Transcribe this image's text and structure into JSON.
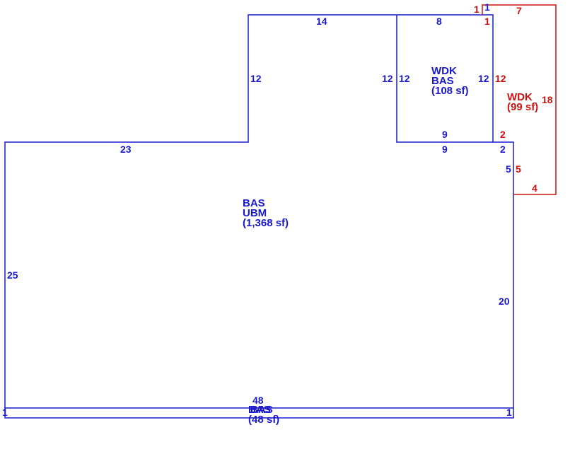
{
  "colors": {
    "main": "#1a1acc",
    "deck": "#cc1111"
  },
  "areas": {
    "main": {
      "code1": "BAS",
      "code2": "UBM",
      "size": "(1,368 sf)"
    },
    "upper": {
      "code1": "WDK",
      "code2": "BAS",
      "size": "(108 sf)"
    },
    "deck": {
      "code1": "WDK",
      "size": "(99 sf)"
    },
    "strip": {
      "code1": "BAS",
      "code2": "BAS",
      "size": "(48 sf)"
    }
  },
  "dims": {
    "top_wing": "14",
    "wing_left": "12",
    "inner_left_a": "12",
    "inner_left_b": "12",
    "box_top": "8",
    "box_right": "12",
    "box_bottom_a": "9",
    "box_bottom_b": "9",
    "main_top": "23",
    "main_left": "25",
    "main_right": "20",
    "step_right": "5",
    "step_top": "2",
    "top_small": "1",
    "strip_len": "48",
    "strip_left": "1",
    "strip_right": "1",
    "deck_top": "7",
    "deck_right": "18",
    "deck_bottom": "4",
    "deck_left": "12",
    "deck_step_v": "5",
    "deck_step_h": "2",
    "deck_small_a": "1",
    "deck_small_b": "1"
  }
}
